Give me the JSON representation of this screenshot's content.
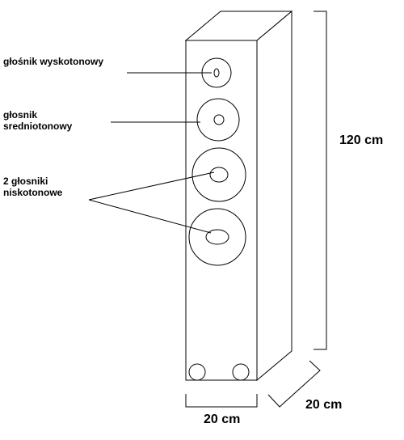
{
  "labels": {
    "tweeter": "głośnik wyskotonowy",
    "midrange_line1": "głosnik",
    "midrange_line2": "sredniotonowy",
    "woofers_line1": "2 głosniki",
    "woofers_line2": "niskotonowe"
  },
  "dimensions": {
    "height": "120 cm",
    "width": "20 cm",
    "depth": "20 cm"
  }
}
